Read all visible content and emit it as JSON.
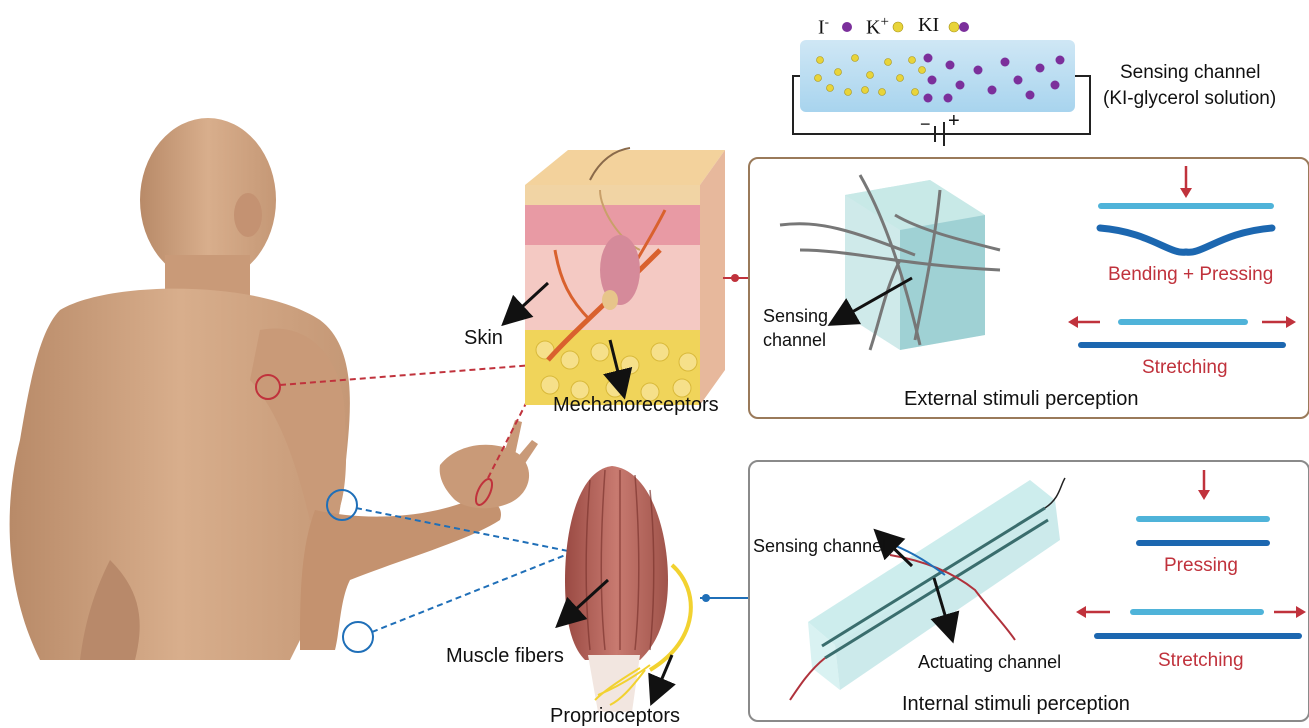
{
  "legend": {
    "iodide": "I",
    "iodide_sup": "-",
    "potassium": "K",
    "potassium_sup": "+",
    "salt": "KI"
  },
  "sensing": {
    "title": "Sensing channel",
    "subtitle": "(KI-glycerol solution)"
  },
  "battery": {
    "minus": "−",
    "plus": "+"
  },
  "skin_labels": {
    "skin": "Skin",
    "mechanoreceptors": "Mechanoreceptors"
  },
  "muscle_labels": {
    "muscle_fibers": "Muscle fibers",
    "proprioceptors": "Proprioceptors"
  },
  "external_panel": {
    "sensing_channel_line1": "Sensing",
    "sensing_channel_line2": "channel",
    "bending_pressing": "Bending + Pressing",
    "stretching": "Stretching",
    "caption": "External stimuli perception"
  },
  "internal_panel": {
    "sensing_channel": "Sensing channel",
    "actuating_channel": "Actuating channel",
    "pressing": "Pressing",
    "stretching": "Stretching",
    "caption": "Internal stimuli perception"
  },
  "colors": {
    "red_accent": "#c0323c",
    "blue_accent": "#1f6fb8",
    "external_border": "#9a7a5a",
    "internal_border": "#8a8a8a",
    "strip_light": "#4fb3d9",
    "strip_dark": "#1c67b0",
    "iodide_ion": "#7b2f9b",
    "potassium_ion": "#e8d43a"
  }
}
